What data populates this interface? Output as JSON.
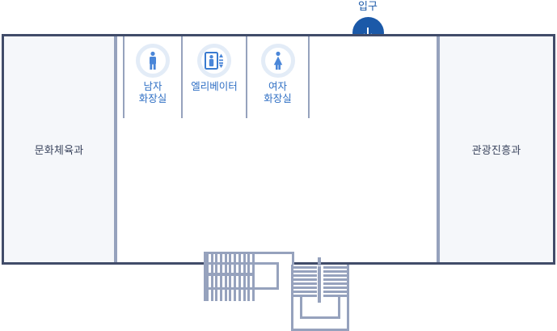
{
  "plan": {
    "title": "Floor plan",
    "colors": {
      "outline": "#414c69",
      "room_fill": "#f5f7fa",
      "divider": "#96a2bd",
      "accent_blue": "#1b59a8",
      "label_blue": "#2f6fc4",
      "room_text": "#3b455e",
      "icon_ring": "#e3ecf7"
    }
  },
  "entrance": {
    "label": "입구",
    "icon": "arrow-down-icon"
  },
  "rooms": [
    {
      "id": "left",
      "label": "문화체육과"
    },
    {
      "id": "right",
      "label": "관광진흥과"
    }
  ],
  "facilities": [
    {
      "id": "mens-restroom",
      "label": "남자\n화장실",
      "icon": "male-restroom-icon"
    },
    {
      "id": "elevator",
      "label": "엘리베이터",
      "icon": "elevator-icon"
    },
    {
      "id": "womens-restroom",
      "label": "여자\n화장실",
      "icon": "female-restroom-icon"
    }
  ],
  "stairs": [
    {
      "id": "upper-stairs",
      "icon": "stairs-icon",
      "tread_count": 11
    },
    {
      "id": "lower-stairs",
      "icon": "stairs-icon",
      "tread_count": 8
    }
  ]
}
